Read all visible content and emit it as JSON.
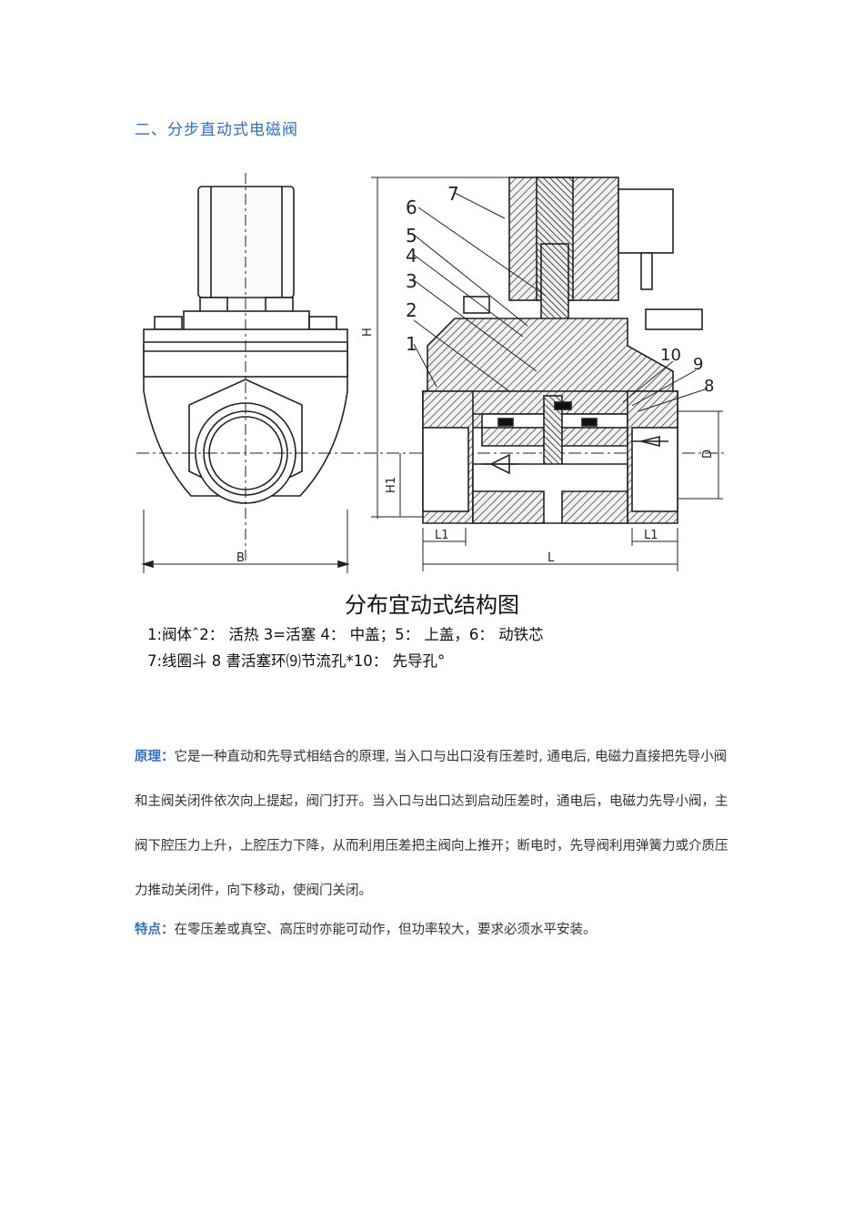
{
  "section_heading": "二、分步直动式电磁阀",
  "figure": {
    "callouts": [
      "1",
      "2",
      "3",
      "4",
      "5",
      "6",
      "7",
      "8",
      "9",
      "10"
    ],
    "dimensions": [
      "H",
      "H1",
      "D",
      "L1",
      "L1",
      "L",
      "B"
    ]
  },
  "caption": {
    "title": "分布宜动式结构图",
    "line1": "1:阀体ˆ2： 活热 3=活塞 4： 中盖；5： 上盖，6： 动铁芯",
    "line2": "7:线圈斗 8 書活塞环⑼节流孔*10： 先导孔°"
  },
  "principle": {
    "label": "原理：",
    "text": "它是一种直动和先导式相结合的原理, 当入口与出口没有压差时, 通电后, 电磁力直接把先导小阀和主阀关闭件依次向上提起，阀门打开。当入口与出口达到启动压差时，通电后，电磁力先导小阀，主阀下腔压力上升，上腔压力下降，从而利用压差把主阀向上推开；断电时，先导阀利用弹簧力或介质压力推动关闭件，向下移动，使阀门关闭。"
  },
  "features": {
    "label": "特点：",
    "text": "在零压差或真空、高压时亦能可动作，但功率较大，要求必须水平安装。"
  }
}
